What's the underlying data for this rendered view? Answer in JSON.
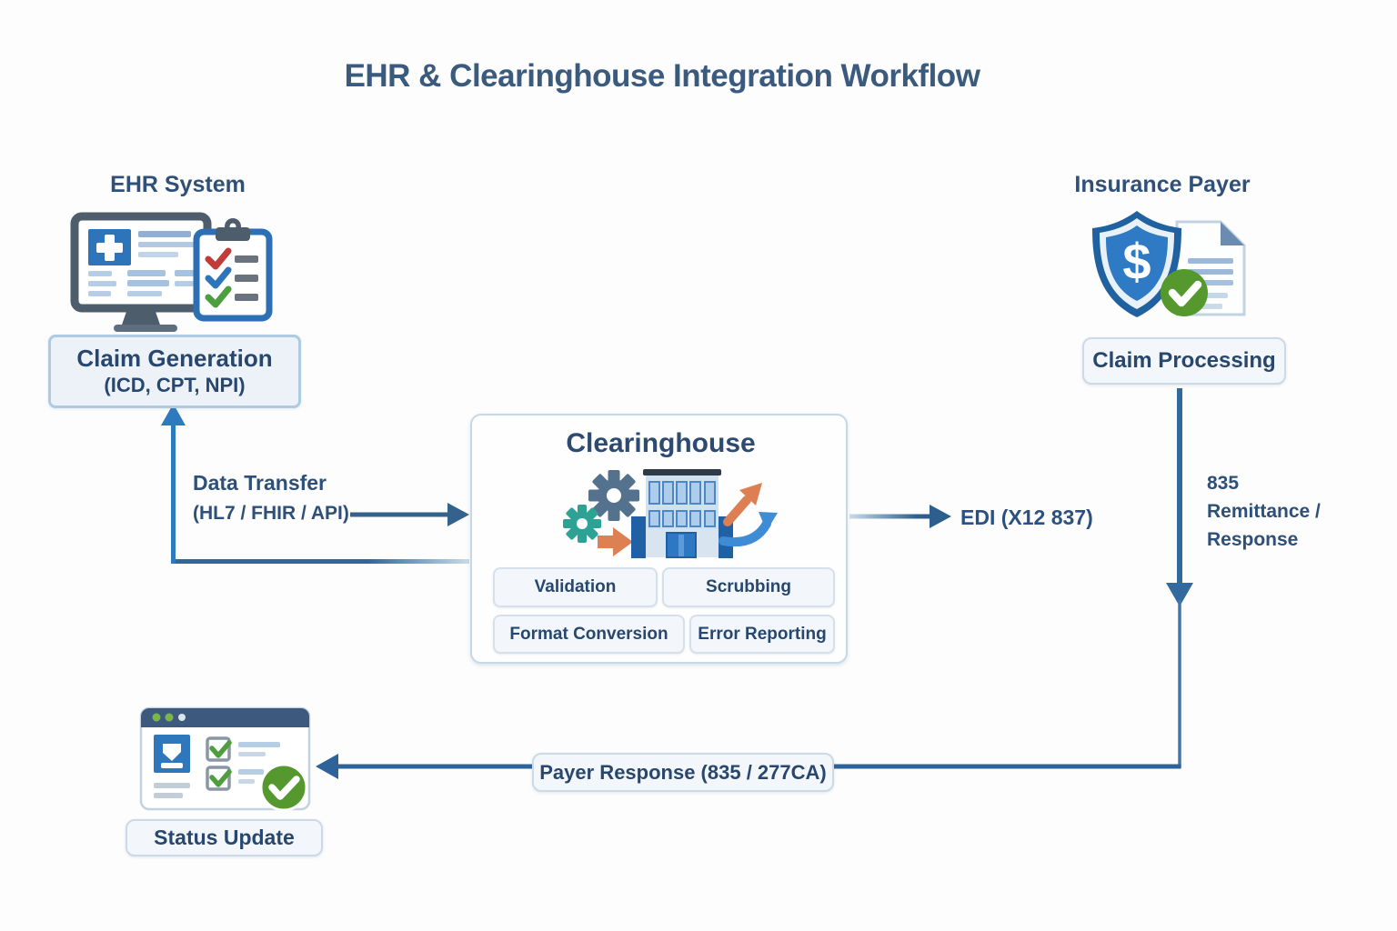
{
  "title": "EHR & Clearinghouse Integration Workflow",
  "ehr": {
    "label": "EHR System",
    "claim_generation": {
      "title": "Claim Generation",
      "subtitle": "(ICD, CPT, NPI)"
    }
  },
  "clearinghouse": {
    "title": "Clearinghouse",
    "functions": [
      "Validation",
      "Scrubbing",
      "Format Conversion",
      "Error Reporting"
    ]
  },
  "payer": {
    "label": "Insurance Payer",
    "claim_processing": "Claim Processing",
    "dollar_symbol": "$"
  },
  "flows": {
    "data_transfer_line1": "Data Transfer",
    "data_transfer_line2": "(HL7 / FHIR / API)",
    "edi_label": "EDI (X12 837)",
    "remittance_line1": "835",
    "remittance_line2": "Remittance /",
    "remittance_line3": "Response",
    "payer_response": "Payer Response (835 / 277CA)",
    "status_update": "Status Update"
  },
  "colors": {
    "heading_navy": "#3a5a7e",
    "box_text_navy": "#27476e",
    "arrow_steel": "#35618d",
    "arrow_bright": "#2e7abf",
    "accent_blue": "#2e74bb",
    "accent_green": "#55992e",
    "accent_teal": "#2fa296",
    "accent_orange": "#dd8153",
    "accent_red": "#c23b3b",
    "box_fill_light": "#f3f7fb",
    "box_border": "#aecbe2"
  }
}
